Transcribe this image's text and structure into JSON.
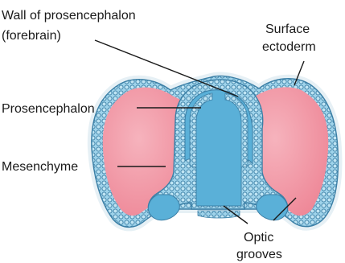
{
  "colors": {
    "background": "#ffffff",
    "mesenchyme": "#f08a9a",
    "mesenchyme_highlight": "#f6b3bd",
    "neural_tube": "#5ab0d8",
    "epithelium_cells": "#9fd3ea",
    "cell_outline": "#3b7fa6",
    "outer_shadow": "#8fb7cf",
    "leader_line": "#1a1a1a",
    "label_text": "#1a1a1a"
  },
  "labels": {
    "wall_line1": "Wall of prosencephalon",
    "wall_line2": "(forebrain)",
    "surface_line1": "Surface",
    "surface_line2": "ectoderm",
    "prosencephalon": "Prosencephalon",
    "mesenchyme": "Mesenchyme",
    "optic_line1": "Optic",
    "optic_line2": "grooves"
  }
}
